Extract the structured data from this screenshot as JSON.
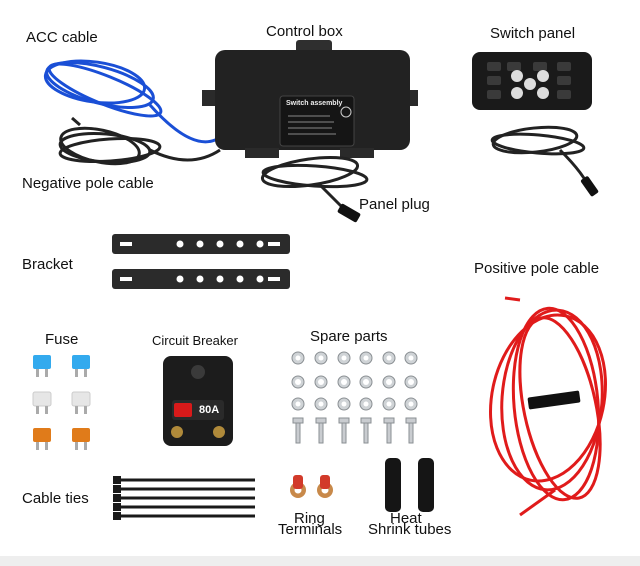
{
  "labels": {
    "control_box": "Control box",
    "switch_panel": "Switch panel",
    "acc_cable": "ACC cable",
    "negative_pole_cable": "Negative pole cable",
    "panel_plug": "Panel plug",
    "bracket": "Bracket",
    "positive_pole_cable": "Positive pole cable",
    "fuse": "Fuse",
    "circuit_breaker": "Circuit Breaker",
    "spare_parts": "Spare parts",
    "cable_ties": "Cable ties",
    "ring_terminals_1": "Ring",
    "ring_terminals_2": "Terminals",
    "heat_shrink_1": "Heat",
    "heat_shrink_2": "Shrink tubes"
  },
  "device_text": {
    "control_box_title": "Switch assembly",
    "breaker_rating": "80A"
  },
  "colors": {
    "acc_cable": "#1a4fd6",
    "positive_cable": "#e01b1b",
    "black": "#1e1e1e",
    "fuse_blue": "#33aaee",
    "fuse_white": "#e6e6e6",
    "fuse_orange": "#e07b1a",
    "breaker_red": "#d91a1a"
  }
}
